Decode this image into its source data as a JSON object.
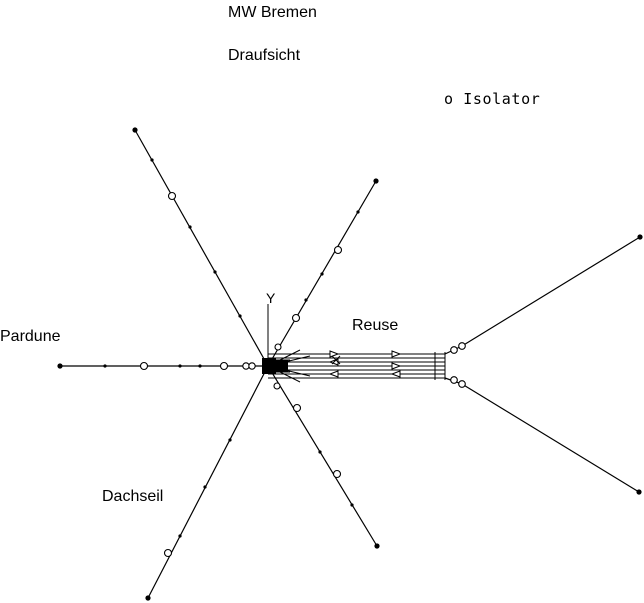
{
  "title": "MW Bremen",
  "subtitle": "Draufsicht",
  "legend": {
    "symbol": "o",
    "label": "Isolator"
  },
  "labels": {
    "pardune": "Pardune",
    "reuse": "Reuse",
    "dachseil": "Dachseil",
    "y_axis": "Y"
  },
  "colors": {
    "line": "#000000",
    "background": "#ffffff"
  }
}
